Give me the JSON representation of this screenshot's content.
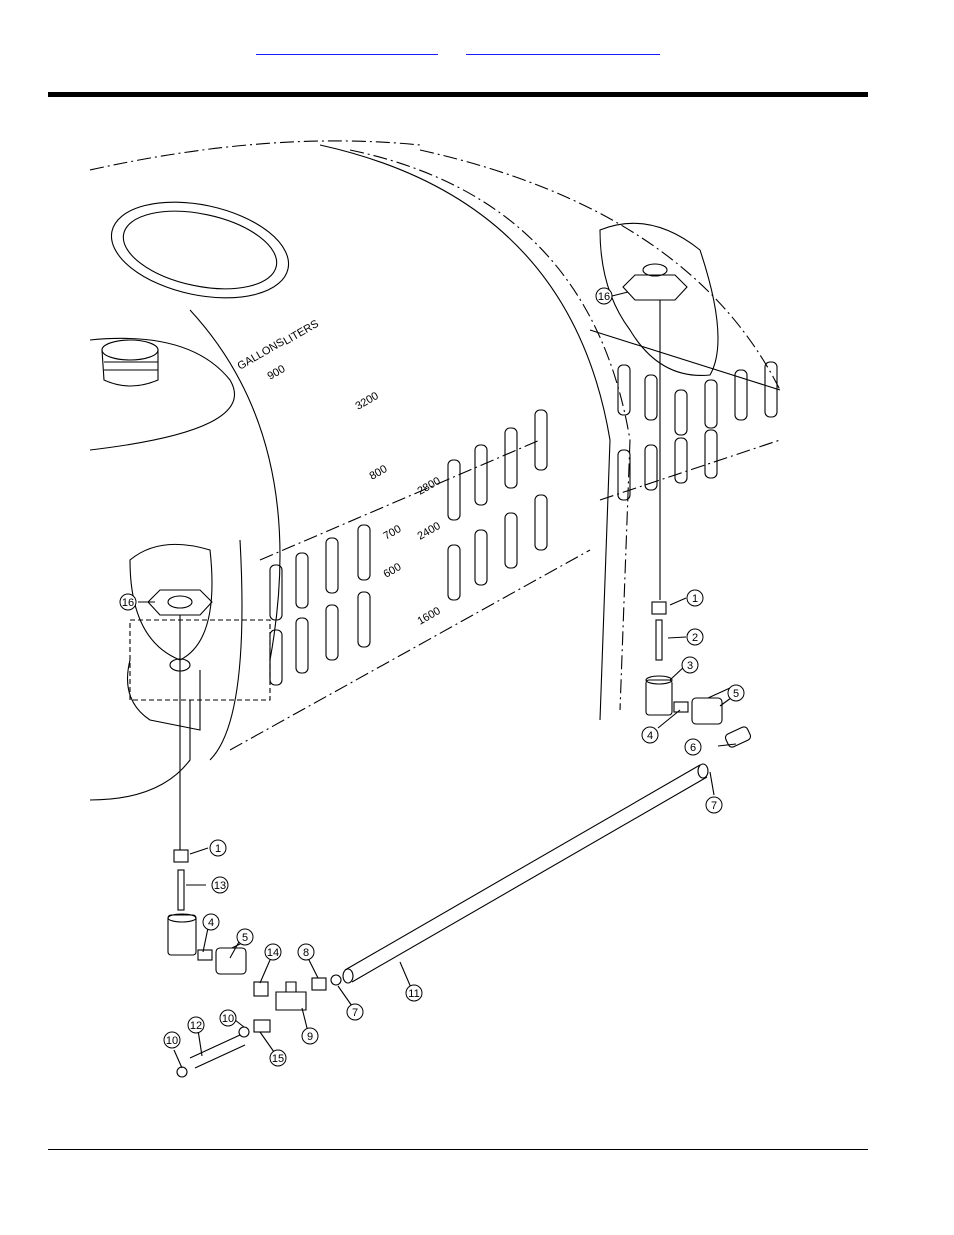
{
  "header": {
    "link_left": "",
    "link_right": ""
  },
  "tank": {
    "scale_labels": [
      "GALLONS",
      "LITERS",
      "900",
      "3200",
      "800",
      "2800",
      "700",
      "2400",
      "600",
      "1600"
    ]
  },
  "callouts": [
    "1",
    "2",
    "3",
    "4",
    "5",
    "6",
    "7",
    "1",
    "13",
    "4",
    "5",
    "14",
    "8",
    "7",
    "11",
    "10",
    "12",
    "10",
    "15",
    "9",
    "16",
    "16"
  ],
  "colors": {
    "line": "#000000",
    "link": "#1a1aff"
  }
}
